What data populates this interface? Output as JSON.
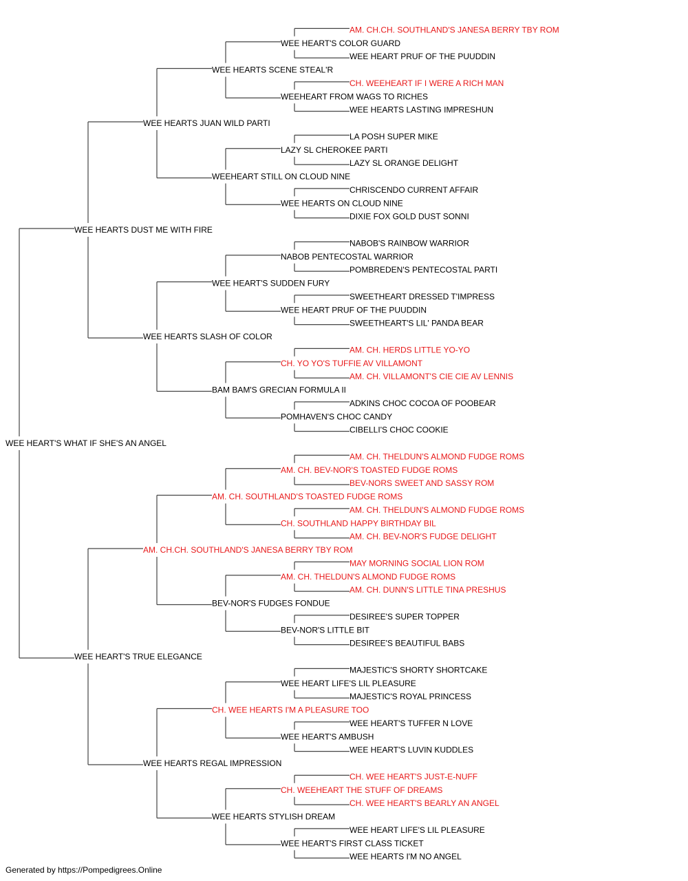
{
  "colors": {
    "champion": "#e8191a",
    "normal": "#000000",
    "line": "#444444"
  },
  "footer": "Generated by https://Pompedigrees.Online",
  "pedigree": {
    "name": "WEE HEART'S WHAT IF SHE'S AN ANGEL",
    "champion": false,
    "sire": {
      "name": "WEE HEARTS DUST ME WITH FIRE",
      "champion": false,
      "sire": {
        "name": "WEE HEARTS JUAN WILD PARTI",
        "champion": false,
        "sire": {
          "name": "WEE HEARTS SCENE STEAL'R",
          "champion": false,
          "sire": {
            "name": "WEE HEART'S COLOR GUARD",
            "champion": false,
            "sire": {
              "name": "AM. CH.CH. SOUTHLAND'S JANESA BERRY TBY ROM",
              "champion": true
            },
            "dam": {
              "name": "WEE HEART PRUF OF THE PUUDDIN",
              "champion": false
            }
          },
          "dam": {
            "name": "WEEHEART FROM WAGS TO RICHES",
            "champion": false,
            "sire": {
              "name": "CH. WEEHEART IF I WERE A RICH MAN",
              "champion": true
            },
            "dam": {
              "name": "WEE HEARTS LASTING IMPRESHUN",
              "champion": false
            }
          }
        },
        "dam": {
          "name": "WEEHEART STILL ON CLOUD NINE",
          "champion": false,
          "sire": {
            "name": "LAZY SL CHEROKEE PARTI",
            "champion": false,
            "sire": {
              "name": "LA POSH SUPER MIKE",
              "champion": false
            },
            "dam": {
              "name": "LAZY SL ORANGE DELIGHT",
              "champion": false
            }
          },
          "dam": {
            "name": "WEE HEARTS ON CLOUD NINE",
            "champion": false,
            "sire": {
              "name": "CHRISCENDO CURRENT AFFAIR",
              "champion": false
            },
            "dam": {
              "name": "DIXIE FOX GOLD DUST SONNI",
              "champion": false
            }
          }
        }
      },
      "dam": {
        "name": "WEE HEARTS SLASH OF COLOR",
        "champion": false,
        "sire": {
          "name": "WEE HEART'S SUDDEN FURY",
          "champion": false,
          "sire": {
            "name": "NABOB PENTECOSTAL WARRIOR",
            "champion": false,
            "sire": {
              "name": "NABOB'S RAINBOW WARRIOR",
              "champion": false
            },
            "dam": {
              "name": "POMBREDEN'S PENTECOSTAL PARTI",
              "champion": false
            }
          },
          "dam": {
            "name": "WEE HEART PRUF OF THE PUUDDIN",
            "champion": false,
            "sire": {
              "name": "SWEETHEART DRESSED T'IMPRESS",
              "champion": false
            },
            "dam": {
              "name": "SWEETHEART'S LIL' PANDA BEAR",
              "champion": false
            }
          }
        },
        "dam": {
          "name": "BAM BAM'S GRECIAN FORMULA II",
          "champion": false,
          "sire": {
            "name": "CH. YO YO'S TUFFIE AV VILLAMONT",
            "champion": true,
            "sire": {
              "name": "AM. CH. HERDS LITTLE YO-YO",
              "champion": true
            },
            "dam": {
              "name": "AM. CH. VILLAMONT'S CIE CIE AV LENNIS",
              "champion": true
            }
          },
          "dam": {
            "name": "POMHAVEN'S CHOC CANDY",
            "champion": false,
            "sire": {
              "name": "ADKINS CHOC COCOA OF POOBEAR",
              "champion": false
            },
            "dam": {
              "name": "CIBELLI'S CHOC COOKIE",
              "champion": false
            }
          }
        }
      }
    },
    "dam": {
      "name": "WEE HEART'S TRUE ELEGANCE",
      "champion": false,
      "sire": {
        "name": "AM. CH.CH. SOUTHLAND'S JANESA BERRY TBY ROM",
        "champion": true,
        "sire": {
          "name": "AM. CH. SOUTHLAND'S TOASTED FUDGE ROMS",
          "champion": true,
          "sire": {
            "name": "AM. CH. BEV-NOR'S TOASTED FUDGE ROMS",
            "champion": true,
            "sire": {
              "name": "AM. CH. THELDUN'S ALMOND FUDGE ROMS",
              "champion": true
            },
            "dam": {
              "name": "BEV-NORS SWEET AND SASSY ROM",
              "champion": true
            }
          },
          "dam": {
            "name": "CH. SOUTHLAND HAPPY BIRTHDAY BIL",
            "champion": true,
            "sire": {
              "name": "AM. CH. THELDUN'S ALMOND FUDGE ROMS",
              "champion": true
            },
            "dam": {
              "name": "AM. CH. BEV-NOR'S FUDGE DELIGHT",
              "champion": true
            }
          }
        },
        "dam": {
          "name": "BEV-NOR'S FUDGES FONDUE",
          "champion": false,
          "sire": {
            "name": "AM. CH. THELDUN'S ALMOND FUDGE ROMS",
            "champion": true,
            "sire": {
              "name": "MAY MORNING SOCIAL LION ROM",
              "champion": true
            },
            "dam": {
              "name": "AM. CH. DUNN'S LITTLE TINA PRESHUS",
              "champion": true
            }
          },
          "dam": {
            "name": "BEV-NOR'S LITTLE BIT",
            "champion": false,
            "sire": {
              "name": "DESIREE'S SUPER TOPPER",
              "champion": false
            },
            "dam": {
              "name": "DESIREE'S BEAUTIFUL BABS",
              "champion": false
            }
          }
        }
      },
      "dam": {
        "name": "WEE HEARTS REGAL IMPRESSION",
        "champion": false,
        "sire": {
          "name": "CH. WEE HEARTS I'M A PLEASURE TOO",
          "champion": true,
          "sire": {
            "name": "WEE HEART LIFE'S LIL PLEASURE",
            "champion": false,
            "sire": {
              "name": "MAJESTIC'S SHORTY SHORTCAKE",
              "champion": false
            },
            "dam": {
              "name": "MAJESTIC'S ROYAL PRINCESS",
              "champion": false
            }
          },
          "dam": {
            "name": "WEE HEART'S AMBUSH",
            "champion": false,
            "sire": {
              "name": "WEE HEART'S TUFFER N LOVE",
              "champion": false
            },
            "dam": {
              "name": "WEE HEART'S LUVIN KUDDLES",
              "champion": false
            }
          }
        },
        "dam": {
          "name": "WEE HEARTS STYLISH DREAM",
          "champion": false,
          "sire": {
            "name": "CH. WEEHEART THE STUFF OF DREAMS",
            "champion": true,
            "sire": {
              "name": "CH. WEE HEART'S JUST-E-NUFF",
              "champion": true
            },
            "dam": {
              "name": "CH. WEE HEART'S BEARLY AN ANGEL",
              "champion": true
            }
          },
          "dam": {
            "name": "WEE HEART'S FIRST CLASS TICKET",
            "champion": false,
            "sire": {
              "name": "WEE HEART LIFE'S LIL PLEASURE",
              "champion": false
            },
            "dam": {
              "name": "WEE HEARTS I'M NO ANGEL",
              "champion": false
            }
          }
        }
      }
    }
  }
}
